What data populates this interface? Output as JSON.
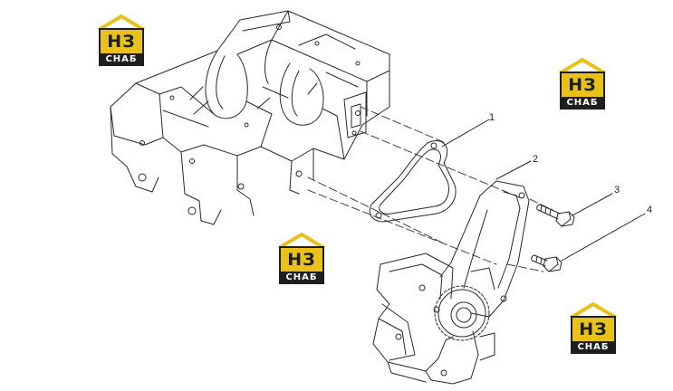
{
  "watermark": {
    "text_top": "НЗ",
    "text_bottom": "СНАБ",
    "colors": {
      "yellow": "#e8c21a",
      "dark": "#1e1e1e"
    }
  },
  "callouts": [
    "1",
    "2",
    "3",
    "4"
  ]
}
